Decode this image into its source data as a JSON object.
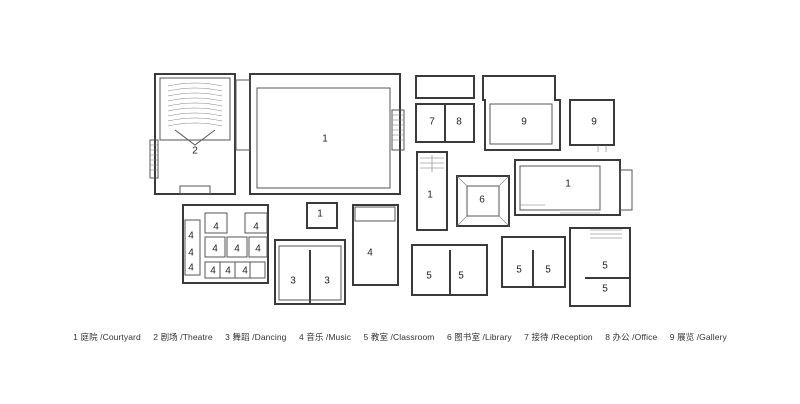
{
  "legend": [
    {
      "num": "1",
      "text": "庭院 /Courtyard"
    },
    {
      "num": "2",
      "text": "剧场 /Theatre"
    },
    {
      "num": "3",
      "text": "舞蹈 /Dancing"
    },
    {
      "num": "4",
      "text": "音乐 /Music"
    },
    {
      "num": "5",
      "text": "教室 /Classroom"
    },
    {
      "num": "6",
      "text": "图书室 /Library"
    },
    {
      "num": "7",
      "text": "接待 /Reception"
    },
    {
      "num": "8",
      "text": "办公 /Office"
    },
    {
      "num": "9",
      "text": "展览 /Gallery"
    }
  ],
  "room_labels": {
    "courtyard_main": "1",
    "courtyard_center": "1",
    "courtyard_east": "1",
    "courtyard_small": "1",
    "theatre": "2",
    "dance_a": "3",
    "dance_b": "3",
    "music_main": "4",
    "music_1": "4",
    "music_2": "4",
    "music_3": "4",
    "music_4": "4",
    "music_5": "4",
    "music_6": "4",
    "music_7": "4",
    "music_8": "4",
    "music_9": "4",
    "music_10": "4",
    "music_11": "4",
    "class_a1": "5",
    "class_a2": "5",
    "class_b1": "5",
    "class_b2": "5",
    "class_c1": "5",
    "class_c2": "5",
    "library": "6",
    "reception": "7",
    "office": "8",
    "gallery_a": "9",
    "gallery_b": "9"
  }
}
